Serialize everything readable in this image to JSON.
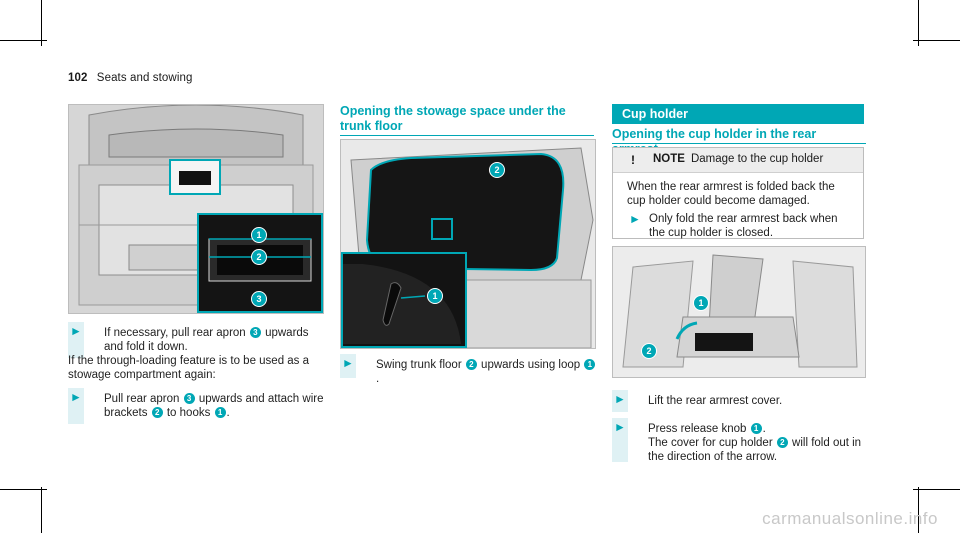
{
  "page": {
    "number": "102",
    "section": "Seats and stowing"
  },
  "left_column": {
    "figure_callouts": [
      "1",
      "2",
      "3"
    ],
    "step1": {
      "a": "If necessary, pull rear apron ",
      "b1": "3",
      "c": " upwards and fold it down."
    },
    "para": "If the through-loading feature is to be used as a stowage compartment again:",
    "step2": {
      "a": "Pull rear apron ",
      "b1": "3",
      "c": " upwards and attach wire brackets ",
      "b2": "2",
      "d": " to hooks ",
      "b3": "1",
      "e": "."
    }
  },
  "middle_column": {
    "title": "Opening the stowage space under the trunk floor",
    "figure_callouts": [
      "1",
      "2"
    ],
    "step1": {
      "a": "Swing trunk floor ",
      "b1": "2",
      "c": " upwards using loop ",
      "b2": "1",
      "d": "."
    }
  },
  "right_column": {
    "bar_title": "Cup holder",
    "subtitle": "Opening the cup holder in the rear armrest",
    "note": {
      "icon": "!",
      "label": "NOTE",
      "heading": "Damage to the cup holder",
      "body": "When the rear armrest is folded back the cup holder could become damaged.",
      "step": "Only fold the rear armrest back when the cup holder is closed."
    },
    "figure_callouts": [
      "1",
      "2"
    ],
    "step1": "Lift the rear armrest cover.",
    "step2": {
      "a": "Press release knob ",
      "b1": "1",
      "c": ".",
      "line2a": "The cover for cup holder ",
      "b2": "2",
      "line2b": " will fold out in the direction of the arrow."
    }
  },
  "bullet_glyph": "►",
  "watermark": "carmanualsonline.info",
  "colors": {
    "accent": "#00a7b5"
  }
}
